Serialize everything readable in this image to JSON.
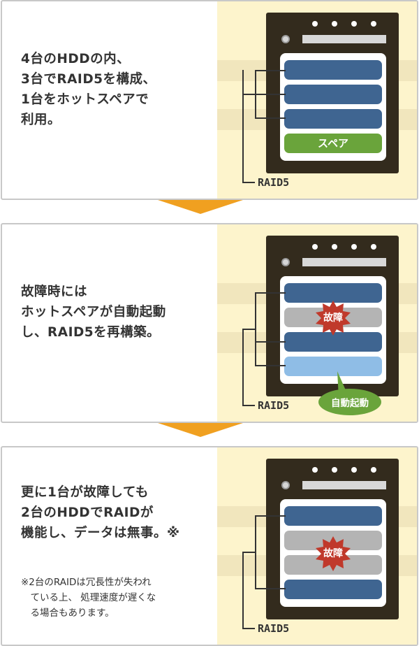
{
  "panels": [
    {
      "description": "4台のHDDの内、\n3台でRAID5を構成、\n1台をホットスペアで\n利用。",
      "raid_label": "RAID5",
      "spare_label": "スペア"
    },
    {
      "description": "故障時には\nホットスペアが自動起動\nし、RAID5を再構築。",
      "raid_label": "RAID5",
      "failure_label": "故障",
      "auto_start_label": "自動起動"
    },
    {
      "description": "更に1台が故障しても\n2台のHDDでRAIDが\n機能し、データは無事。※",
      "note": "※2台のRAIDは冗長性が失われ\n　ている上、 処理速度が遅くな\n　る場合もあります。",
      "raid_label": "RAID5",
      "failure_label": "故障"
    }
  ],
  "colors": {
    "arrow": "#f0a020",
    "disk_active": "#3f6591",
    "disk_failed": "#b4b4b4",
    "disk_rebuilding": "#8fbde6",
    "spare": "#6aa43b",
    "failure_burst": "#c0392b",
    "server_body": "#332b1d",
    "panel_right_bg": "#fdf4cc"
  }
}
